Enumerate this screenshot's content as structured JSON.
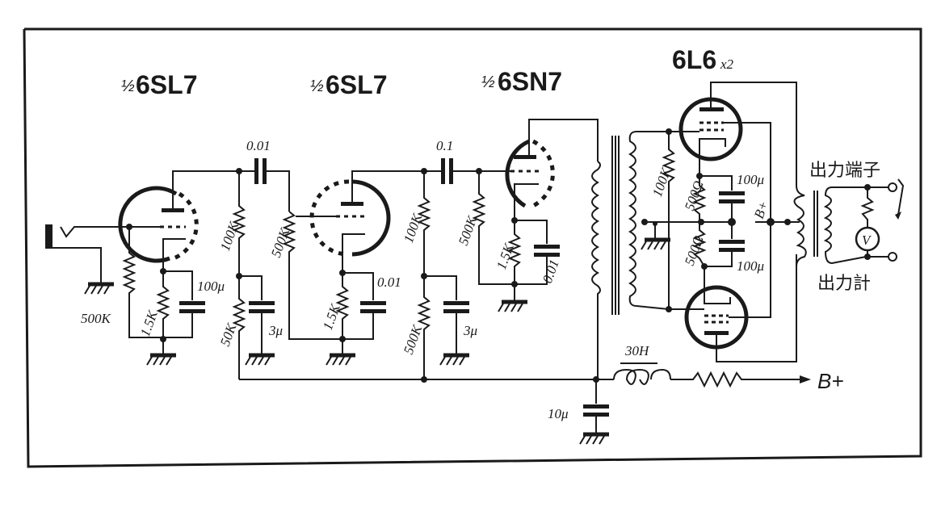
{
  "diagram": {
    "type": "vacuum-tube amplifier schematic",
    "ink_color": "#1a1a1a",
    "paper_color": "#ffffff"
  },
  "tubes": [
    {
      "fraction": "½",
      "name": "6SL7"
    },
    {
      "fraction": "½",
      "name": "6SL7"
    },
    {
      "fraction": "½",
      "name": "6SN7"
    },
    {
      "name": "6L6",
      "multiplier": "x2"
    }
  ],
  "stage1": {
    "grid_resistor": "500K",
    "cathode_resistor": "1.5K",
    "cathode_cap": "100μ",
    "plate_resistor": "100K",
    "decoupling_resistor": "50K",
    "decoupling_cap": "3μ",
    "coupling_cap": "0.01"
  },
  "stage2": {
    "volume_pot": "500K",
    "cathode_resistor": "1.5K",
    "cathode_cap": "0.01",
    "plate_resistor": "100K",
    "decoupling_resistor": "500K",
    "decoupling_cap": "3μ",
    "coupling_cap": "0.1"
  },
  "stage3": {
    "grid_resistor": "500K",
    "cathode_resistor": "1.5K",
    "cathode_cap": "0.01"
  },
  "output_stage": {
    "grid_resistor": "100K",
    "cathode_resistor_top": "500Ω",
    "cathode_resistor_bottom": "500Ω",
    "cathode_cap_top": "100μ",
    "cathode_cap_bottom": "100μ",
    "bplus_tap_label": "B+"
  },
  "power": {
    "filter_cap": "10μ",
    "choke": "30H",
    "supply_label": "B+"
  },
  "output": {
    "terminal_label": "出力端子",
    "meter_label": "出力計",
    "meter_symbol": "V"
  }
}
